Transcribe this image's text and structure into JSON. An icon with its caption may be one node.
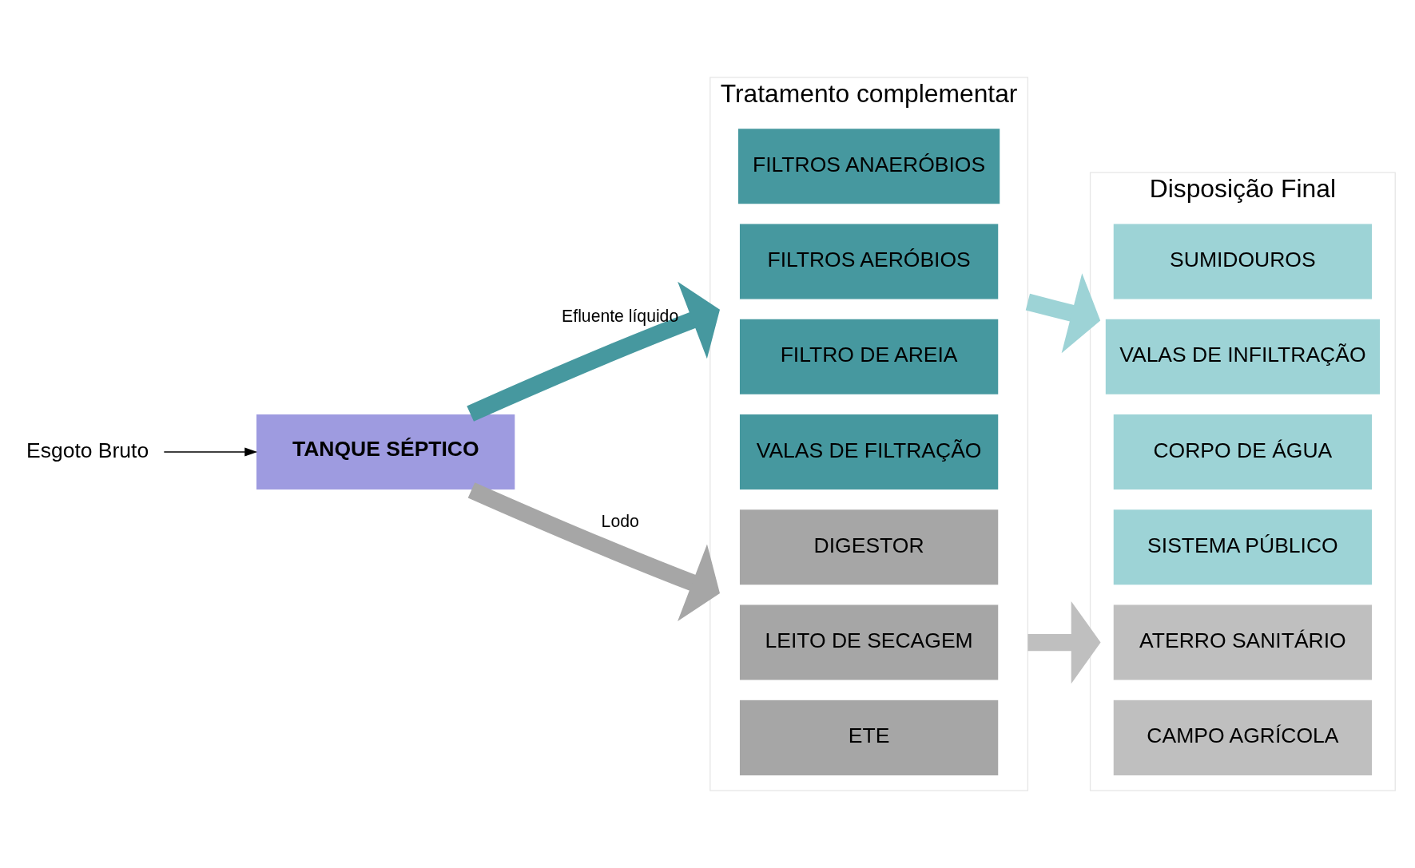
{
  "diagram": {
    "nodes": [
      {
        "text": [
          "Esgoto Bruto"
        ]
      },
      {
        "text": [
          "TANQUE SÉPTICO"
        ]
      },
      {
        "text": [
          "Tratamento complementar"
        ]
      },
      {
        "text": [
          "FILTROS ANAERÓBIOS"
        ],
        "in": 2
      },
      {
        "text": [
          "FILTROS AERÓBIOS"
        ],
        "in": 2
      },
      {
        "text": [
          "FILTRO DE AREIA"
        ],
        "in": 2
      },
      {
        "text": [
          "VALAS DE FILTRAÇÃO"
        ],
        "in": 2
      },
      {
        "text": [
          "DIGESTOR"
        ],
        "in": 2
      },
      {
        "text": [
          "LEITO DE SECAGEM"
        ],
        "in": 2
      },
      {
        "text": [
          "ETE"
        ],
        "in": 2
      },
      {
        "text": [
          "Disposição Final"
        ]
      },
      {
        "text": [
          "SUMIDOUROS"
        ],
        "in": 10
      },
      {
        "text": [
          "VALAS DE INFILTRAÇÃO"
        ],
        "in": 10
      },
      {
        "text": [
          "CORPO DE ÁGUA"
        ],
        "in": 10
      },
      {
        "text": [
          "SISTEMA PÚBLICO"
        ],
        "in": 10
      },
      {
        "text": [
          "ATERRO SANITÁRIO"
        ],
        "in": 10
      },
      {
        "text": [
          "CAMPO AGRÍCOLA"
        ],
        "in": 10
      }
    ],
    "edges": [
      {
        "from": 0,
        "to": 1,
        "arrow": "to"
      },
      {
        "from": 1,
        "to": 2,
        "arrow": "to",
        "label": "Efluente líquido",
        "color": "#46989f"
      },
      {
        "from": 1,
        "to": 2,
        "arrow": "to",
        "label": "Lodo",
        "color": "#a6a6a6"
      },
      {
        "from": 2,
        "to": 10,
        "arrow": "to",
        "color": "#9dd3d6"
      },
      {
        "from": 2,
        "to": 10,
        "arrow": "to",
        "color": "#bfbfbf"
      }
    ]
  }
}
